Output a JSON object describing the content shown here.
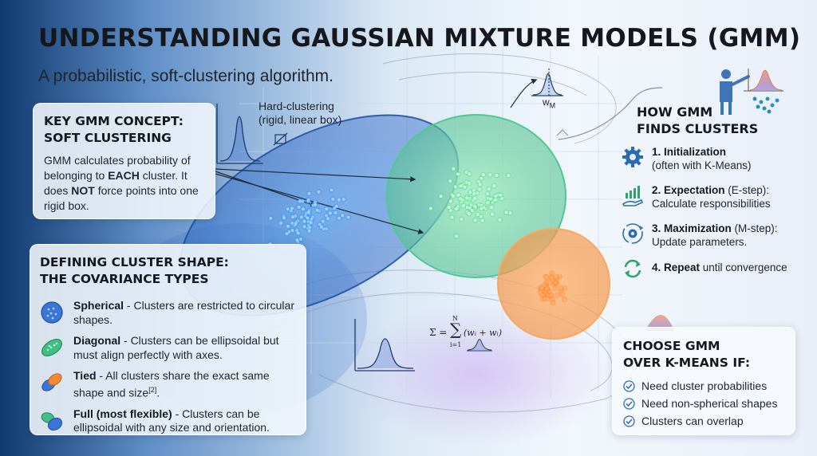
{
  "title": "UNDERSTANDING GAUSSIAN MIXTURE MODELS (GMM)",
  "subtitle": "A probabilistic, soft-clustering algorithm.",
  "hard_clustering": {
    "line1": "Hard-clustering",
    "line2": "(rigid, linear box)"
  },
  "weight_label": {
    "base": "w",
    "sub": "M"
  },
  "formula": {
    "lhs": "Σ =",
    "sigma": "∑",
    "upper": "N",
    "lower": "i=1",
    "body": "(wᵢ + wᵢ)"
  },
  "key_concept": {
    "title_line1": "KEY GMM CONCEPT:",
    "title_line2": "SOFT CLUSTERING",
    "text_part1": "GMM calculates probability of belonging to ",
    "text_bold1": "EACH",
    "text_part2": " cluster. It does ",
    "text_bold2": "NOT",
    "text_part3": " force points into one rigid box."
  },
  "covariance": {
    "title_line1": "DEFINING CLUSTER SHAPE:",
    "title_line2": "THE COVARIANCE TYPES",
    "items": [
      {
        "name": "Spherical",
        "desc": " - Clusters are restricted to circular shapes.",
        "icon": "sphere-icon"
      },
      {
        "name": "Diagonal",
        "desc": " - Clusters can be ellipsoidal but must align perfectly with axes.",
        "icon": "ellipse-icon"
      },
      {
        "name": "Tied",
        "desc": " - All clusters share the exact same shape and size",
        "sup": "[2]",
        "end": ".",
        "icon": "tied-icon"
      },
      {
        "name": "Full (most flexible)",
        "desc": " - Clusters can be ellipsoidal with any size and orientation.",
        "icon": "full-icon"
      }
    ]
  },
  "how": {
    "title_line1": "HOW GMM",
    "title_line2": "FINDS CLUSTERS",
    "steps": [
      {
        "bold": "1. Initialization",
        "rest": "",
        "line2": "(often with K-Means)",
        "icon": "gear-icon"
      },
      {
        "bold": "2. Expectation",
        "rest": " (E-step):",
        "line2": "Calculate responsibilities",
        "icon": "chart-hand-icon"
      },
      {
        "bold": "3. Maximization",
        "rest": " (M-step):",
        "line2": "Update parameters.",
        "icon": "gear-cycle-icon"
      },
      {
        "bold": "4. Repeat",
        "rest": " until convergence",
        "line2": "",
        "icon": "refresh-icon"
      }
    ]
  },
  "choose": {
    "title_line1": "CHOOSE GMM",
    "title_line2": "OVER K-MEANS IF:",
    "items": [
      "Need cluster probabilities",
      "Need non-spherical shapes",
      "Clusters can overlap"
    ]
  },
  "colors": {
    "blue_cluster": "#2f6fd6",
    "green_cluster": "#49c98a",
    "orange_cluster": "#f28a35",
    "accent": "#2b6cb0"
  }
}
